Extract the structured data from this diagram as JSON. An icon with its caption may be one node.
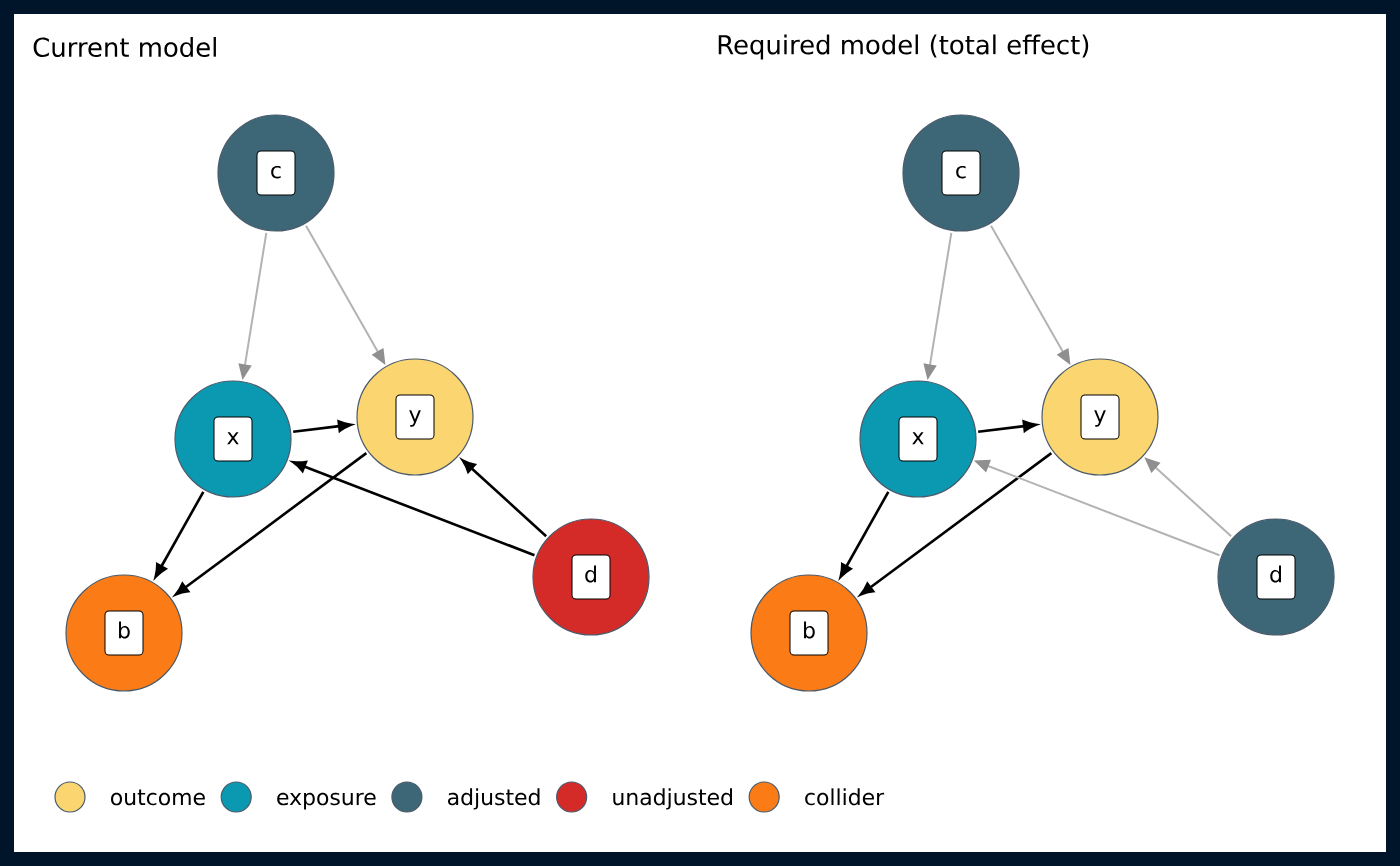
{
  "diagram": {
    "nodes": [
      {
        "text": [
          "c"
        ]
      },
      {
        "text": [
          "x"
        ]
      },
      {
        "text": [
          "y"
        ]
      },
      {
        "text": [
          "d"
        ]
      },
      {
        "text": [
          "b"
        ]
      },
      {
        "text": [
          "c"
        ]
      },
      {
        "text": [
          "x"
        ]
      },
      {
        "text": [
          "y"
        ]
      },
      {
        "text": [
          "d"
        ]
      },
      {
        "text": [
          "b"
        ]
      }
    ],
    "edges": [
      {
        "from": 0,
        "to": 1,
        "arrow": "to",
        "color": "#b3b3b3"
      },
      {
        "from": 0,
        "to": 2,
        "arrow": "to",
        "color": "#b3b3b3"
      },
      {
        "from": 1,
        "to": 2,
        "arrow": "to"
      },
      {
        "from": 1,
        "to": 4,
        "arrow": "to"
      },
      {
        "from": 2,
        "to": 4,
        "arrow": "to"
      },
      {
        "from": 3,
        "to": 1,
        "arrow": "to"
      },
      {
        "from": 3,
        "to": 2,
        "arrow": "to"
      },
      {
        "from": 5,
        "to": 6,
        "arrow": "to",
        "color": "#b3b3b3"
      },
      {
        "from": 5,
        "to": 7,
        "arrow": "to",
        "color": "#b3b3b3"
      },
      {
        "from": 6,
        "to": 7,
        "arrow": "to"
      },
      {
        "from": 6,
        "to": 9,
        "arrow": "to"
      },
      {
        "from": 7,
        "to": 9,
        "arrow": "to"
      },
      {
        "from": 8,
        "to": 6,
        "arrow": "to",
        "color": "#b3b3b3"
      },
      {
        "from": 8,
        "to": 7,
        "arrow": "to",
        "color": "#b3b3b3"
      }
    ],
    "labels": [
      "Current model",
      "Required model (total effect)"
    ],
    "legend": [
      {
        "text": "outcome",
        "color": "#fbd56f"
      },
      {
        "text": "exposure",
        "color": "#0b98b1"
      },
      {
        "text": "adjusted",
        "color": "#3d6777"
      },
      {
        "text": "unadjusted",
        "color": "#d42a28"
      },
      {
        "text": "collider",
        "color": "#fb7c16"
      }
    ]
  }
}
